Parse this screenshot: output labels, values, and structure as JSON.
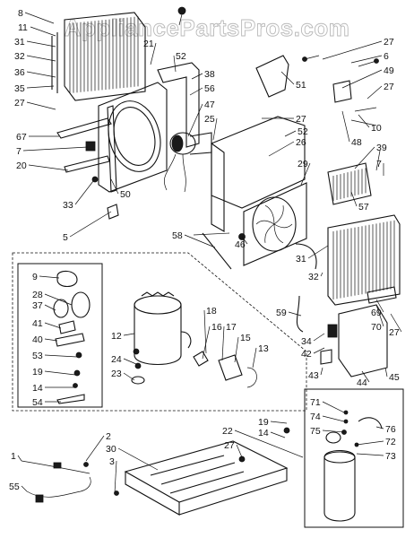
{
  "watermark": "AppliancePartsPros.com",
  "callouts": [
    {
      "id": "p8",
      "text": "8"
    },
    {
      "id": "p11",
      "text": "11"
    },
    {
      "id": "p31a",
      "text": "31"
    },
    {
      "id": "p32a",
      "text": "32"
    },
    {
      "id": "p36",
      "text": "36"
    },
    {
      "id": "p35",
      "text": "35"
    },
    {
      "id": "p27a",
      "text": "27"
    },
    {
      "id": "p21",
      "text": "21"
    },
    {
      "id": "p52a",
      "text": "52"
    },
    {
      "id": "p38",
      "text": "38"
    },
    {
      "id": "p56",
      "text": "56"
    },
    {
      "id": "p47",
      "text": "47"
    },
    {
      "id": "p25",
      "text": "25"
    },
    {
      "id": "p67",
      "text": "67"
    },
    {
      "id": "p7a",
      "text": "7"
    },
    {
      "id": "p20",
      "text": "20"
    },
    {
      "id": "p50",
      "text": "50"
    },
    {
      "id": "p33",
      "text": "33"
    },
    {
      "id": "p5",
      "text": "5"
    },
    {
      "id": "p27b",
      "text": "27"
    },
    {
      "id": "p6",
      "text": "6"
    },
    {
      "id": "p49",
      "text": "49"
    },
    {
      "id": "p27c",
      "text": "27"
    },
    {
      "id": "p51",
      "text": "51"
    },
    {
      "id": "p27d",
      "text": "27"
    },
    {
      "id": "p10",
      "text": "10"
    },
    {
      "id": "p52b",
      "text": "52"
    },
    {
      "id": "p48",
      "text": "48"
    },
    {
      "id": "p26",
      "text": "26"
    },
    {
      "id": "p39",
      "text": "39"
    },
    {
      "id": "p29",
      "text": "29"
    },
    {
      "id": "p7b",
      "text": "7"
    },
    {
      "id": "p57",
      "text": "57"
    },
    {
      "id": "p46",
      "text": "46"
    },
    {
      "id": "p58",
      "text": "58"
    },
    {
      "id": "p31b",
      "text": "31"
    },
    {
      "id": "p32b",
      "text": "32"
    },
    {
      "id": "p59",
      "text": "59"
    },
    {
      "id": "p69",
      "text": "69"
    },
    {
      "id": "p70",
      "text": "70"
    },
    {
      "id": "p27e",
      "text": "27"
    },
    {
      "id": "p34",
      "text": "34"
    },
    {
      "id": "p42",
      "text": "42"
    },
    {
      "id": "p43",
      "text": "43"
    },
    {
      "id": "p44",
      "text": "44"
    },
    {
      "id": "p45",
      "text": "45"
    },
    {
      "id": "p9",
      "text": "9"
    },
    {
      "id": "p28",
      "text": "28"
    },
    {
      "id": "p37",
      "text": "37"
    },
    {
      "id": "p41",
      "text": "41"
    },
    {
      "id": "p40",
      "text": "40"
    },
    {
      "id": "p53",
      "text": "53"
    },
    {
      "id": "p19a",
      "text": "19"
    },
    {
      "id": "p14a",
      "text": "14"
    },
    {
      "id": "p54",
      "text": "54"
    },
    {
      "id": "p12",
      "text": "12"
    },
    {
      "id": "p24",
      "text": "24"
    },
    {
      "id": "p23",
      "text": "23"
    },
    {
      "id": "p18",
      "text": "18"
    },
    {
      "id": "p16",
      "text": "16"
    },
    {
      "id": "p17",
      "text": "17"
    },
    {
      "id": "p15",
      "text": "15"
    },
    {
      "id": "p13",
      "text": "13"
    },
    {
      "id": "p19b",
      "text": "19"
    },
    {
      "id": "p14b",
      "text": "14"
    },
    {
      "id": "p22",
      "text": "22"
    },
    {
      "id": "p71",
      "text": "71"
    },
    {
      "id": "p74",
      "text": "74"
    },
    {
      "id": "p75",
      "text": "75"
    },
    {
      "id": "p76",
      "text": "76"
    },
    {
      "id": "p72",
      "text": "72"
    },
    {
      "id": "p73",
      "text": "73"
    },
    {
      "id": "p2",
      "text": "2"
    },
    {
      "id": "p30",
      "text": "30"
    },
    {
      "id": "p27f",
      "text": "27"
    },
    {
      "id": "p1",
      "text": "1"
    },
    {
      "id": "p3",
      "text": "3"
    },
    {
      "id": "p55",
      "text": "55"
    }
  ]
}
